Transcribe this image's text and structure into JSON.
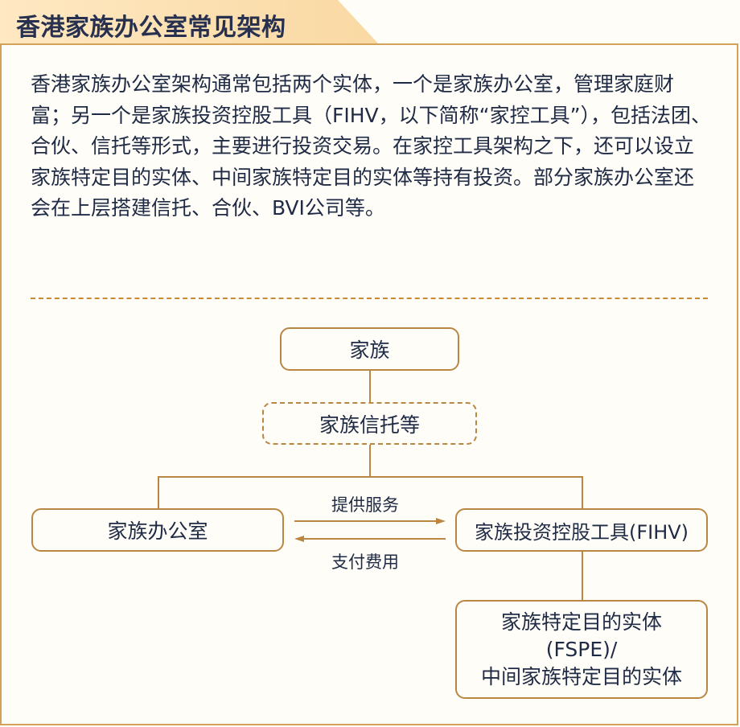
{
  "header": {
    "title": "香港家族办公室常见架构"
  },
  "intro": {
    "text": "香港家族办公室架构通常包括两个实体，一个是家族办公室，管理家庭财富；另一个是家族投资控股工具（FIHV，以下简称“家控工具”），包括法团、合伙、信托等形式，主要进行投资交易。在家控工具架构之下，还可以设立家族特定目的实体、中间家族特定目的实体等持有投资。部分家族办公室还会在上层搭建信托、合伙、BVI公司等。"
  },
  "diagram": {
    "family": "家族",
    "trust": "家族信托等",
    "family_office": "家族办公室",
    "fihv": "家族投资控股工具(FIHV)",
    "fspe_line1": "家族特定目的实体",
    "fspe_line2": "(FSPE)/",
    "fspe_line3": "中间家族特定目的实体",
    "arrow_right_label": "提供服务",
    "arrow_left_label": "支付费用"
  },
  "colors": {
    "accent": "#d3a258",
    "border": "#b98742",
    "divider": "#c98a36",
    "text": "#1f2a44",
    "tab_start": "#ffe8c2",
    "tab_end": "#f9d9a3"
  }
}
